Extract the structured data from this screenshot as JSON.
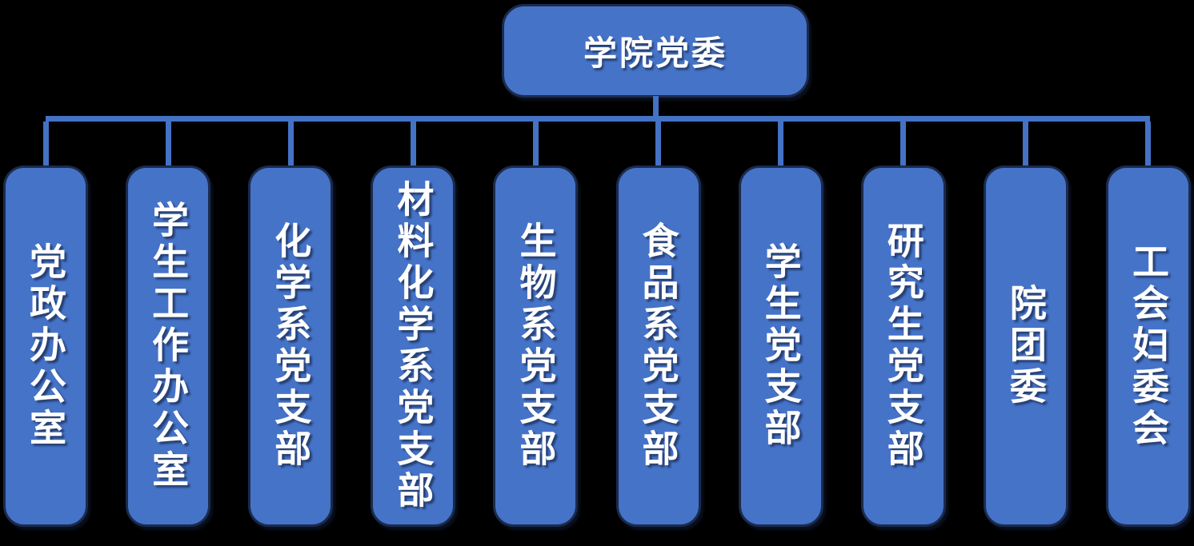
{
  "org": {
    "title": "学院党委",
    "root": {
      "label": "学院党委"
    },
    "children": [
      {
        "label": "党政办公室"
      },
      {
        "label": "学生工作办公室"
      },
      {
        "label": "化学系党支部"
      },
      {
        "label": "材料化学系党支部"
      },
      {
        "label": "生物系党支部"
      },
      {
        "label": "食品系党支部"
      },
      {
        "label": "学生党支部"
      },
      {
        "label": "研究生党支部"
      },
      {
        "label": "院团委"
      },
      {
        "label": "工会妇委会"
      }
    ],
    "colors": {
      "box_fill": "#4573C8",
      "box_border": "#1B2B4D",
      "connector": "#4472C4",
      "text": "#FFFFFF",
      "background": "#000000"
    }
  },
  "chart_data": {
    "type": "table",
    "title": "学院党委",
    "categories": [
      "党政办公室",
      "学生工作办公室",
      "化学系党支部",
      "材料化学系党支部",
      "生物系党支部",
      "食品系党支部",
      "学生党支部",
      "研究生党支部",
      "院团委",
      "工会妇委会"
    ]
  }
}
